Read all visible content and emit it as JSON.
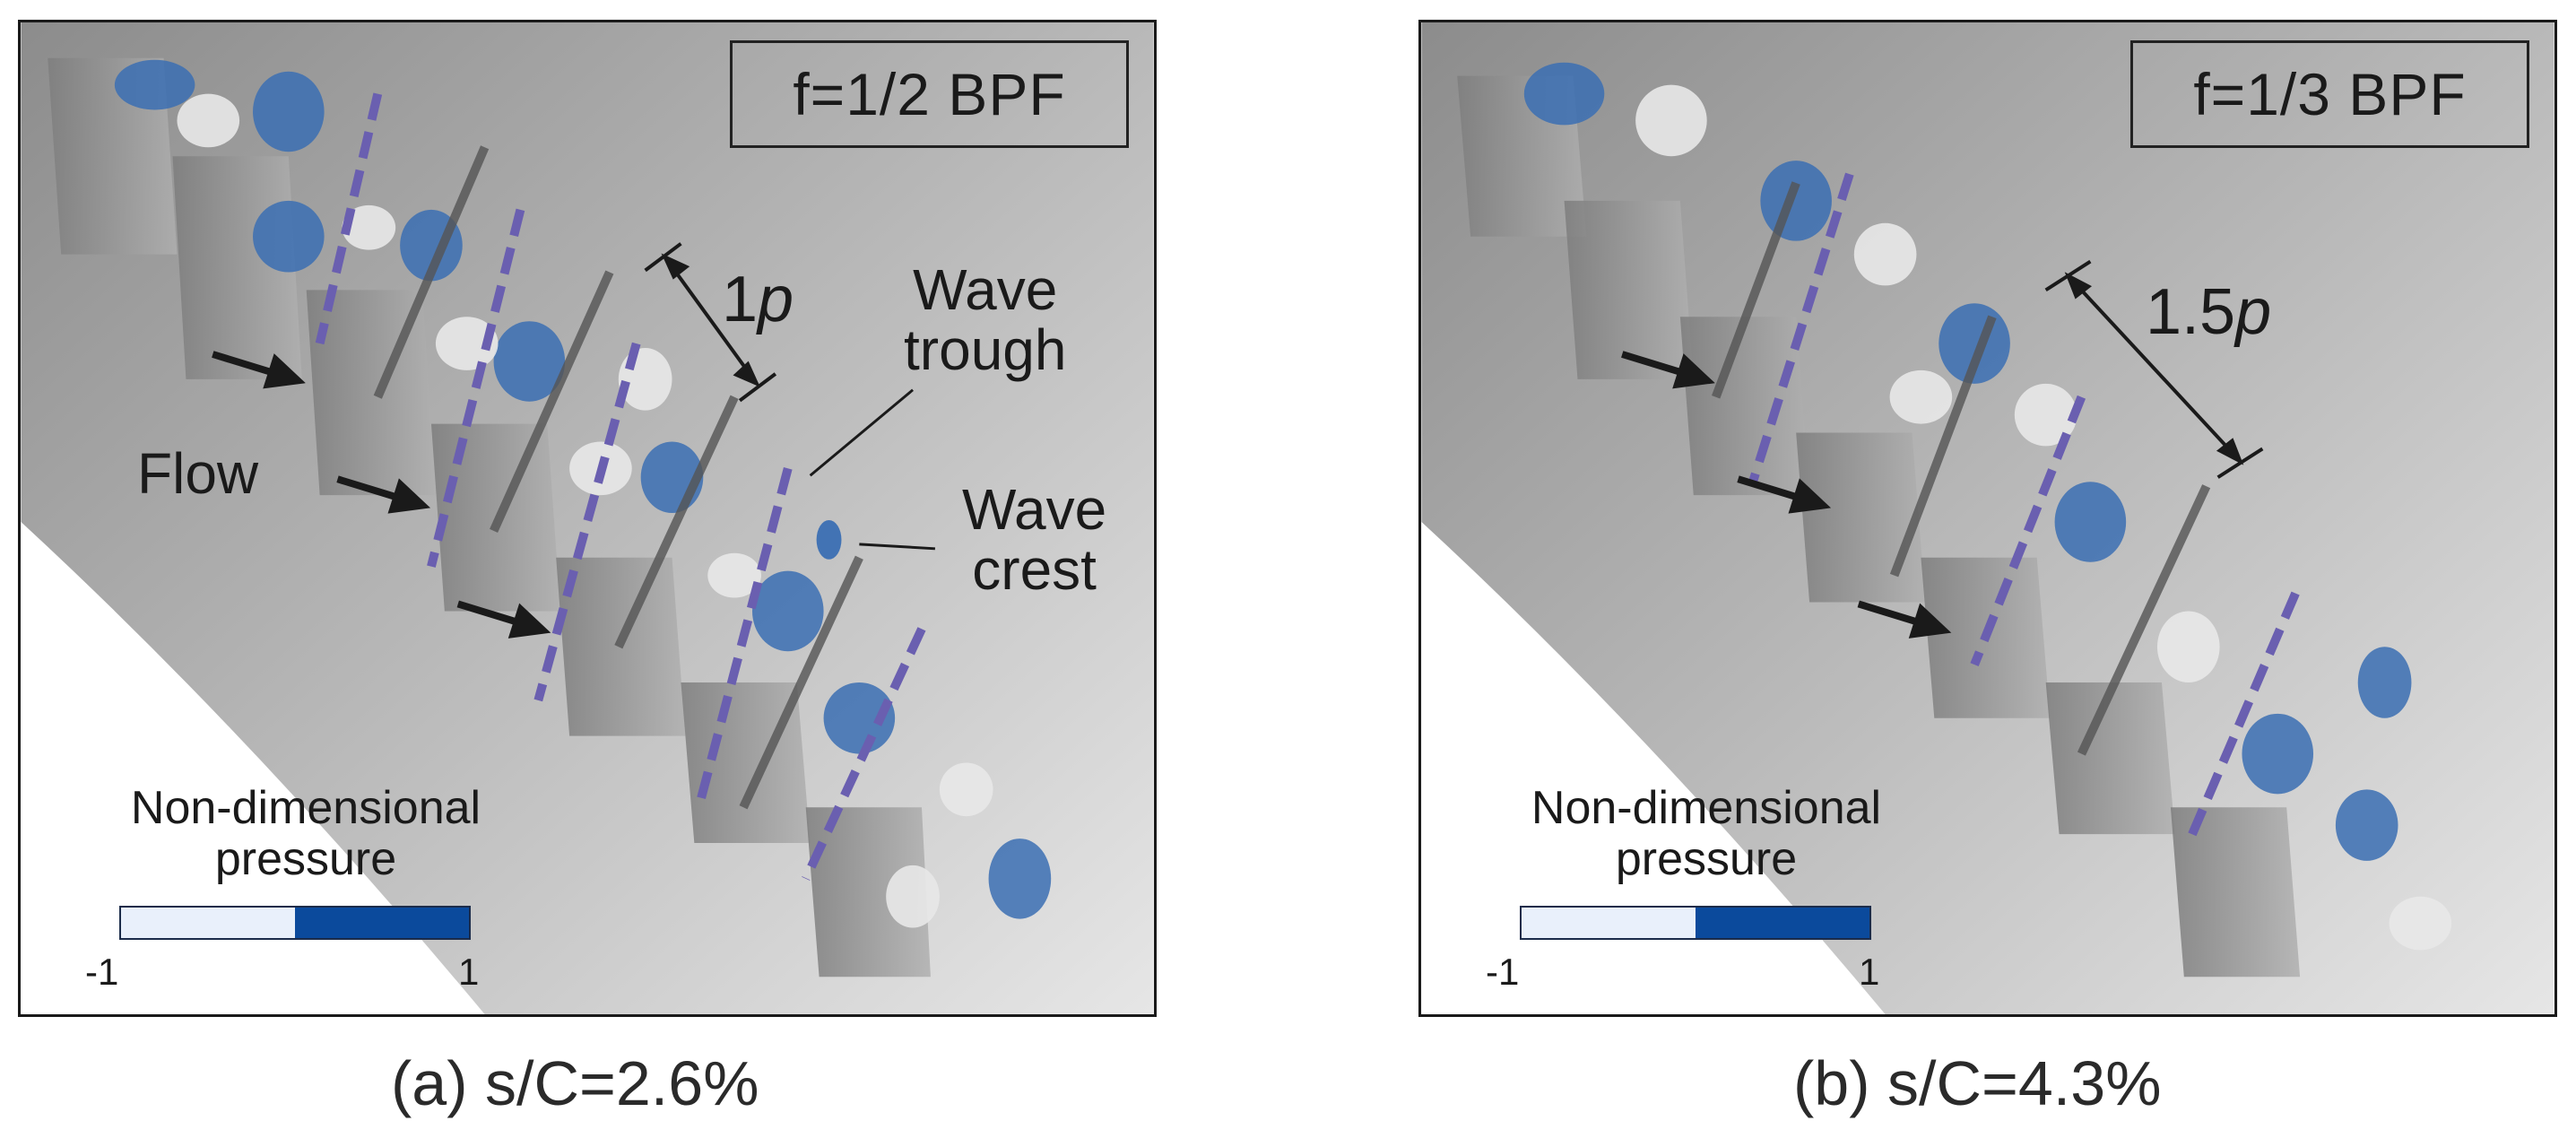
{
  "panels": [
    {
      "id": "a",
      "frequency_label": "f=1/2 BPF",
      "pitch_number": "1",
      "pitch_symbol": "p",
      "flow_label": "Flow",
      "wave_trough_label": [
        "Wave",
        "trough"
      ],
      "wave_crest_label": [
        "Wave",
        "crest"
      ],
      "legend": {
        "title_lines": [
          "Non-dimensional",
          "pressure"
        ],
        "min_label": "-1",
        "max_label": "1",
        "low_color": "#e9f0fb",
        "high_color": "#0b4a9c"
      },
      "caption": "(a) s/C=2.6%"
    },
    {
      "id": "b",
      "frequency_label": "f=1/3 BPF",
      "pitch_number": "1.5",
      "pitch_symbol": "p",
      "legend": {
        "title_lines": [
          "Non-dimensional",
          "pressure"
        ],
        "min_label": "-1",
        "max_label": "1",
        "low_color": "#e9f0fb",
        "high_color": "#0b4a9c"
      },
      "caption": "(b) s/C=4.3%"
    }
  ],
  "colors": {
    "vortex_blue": "#3b6fb3",
    "vortex_white": "#e8e8e8",
    "dashed_line": "#6a5fb0",
    "solid_line": "#555555",
    "blade_gray": "#9a9a9a"
  }
}
